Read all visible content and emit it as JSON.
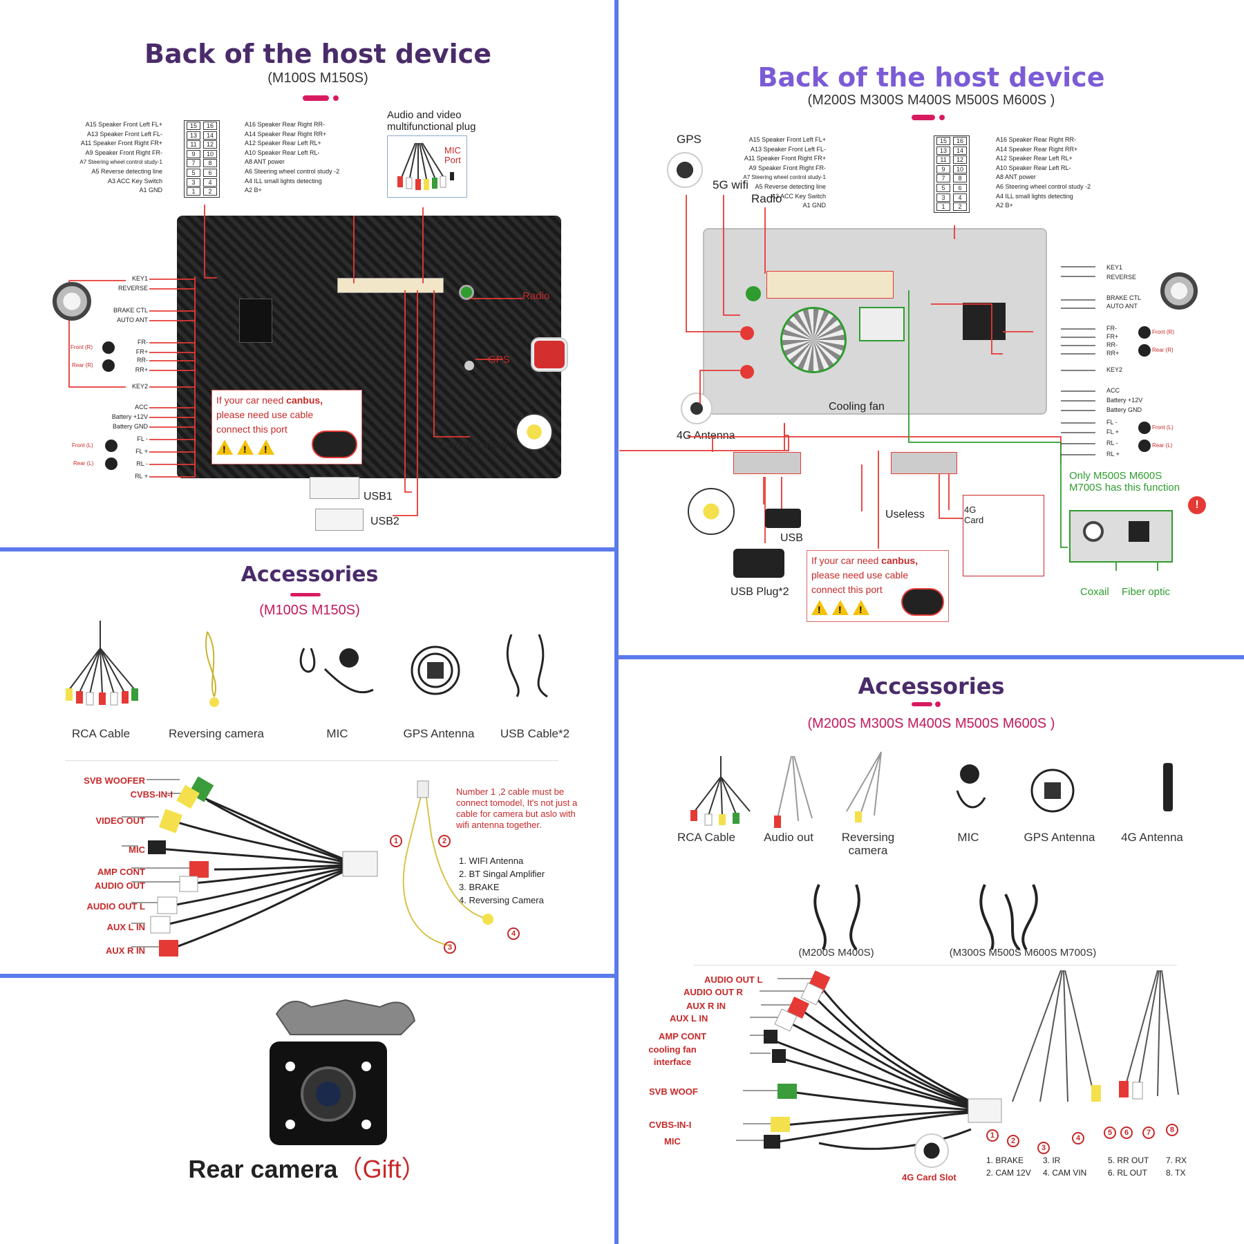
{
  "panel_tl": {
    "title": "Back of the host device",
    "subtitle": "(M100S  M150S)",
    "pins_left": [
      "A15  Speaker Front Left FL+",
      "A13  Speaker Front Left FL-",
      "A11  Speaker Front Right FR+",
      "A9   Speaker Front Right FR-",
      "A7   Steering wheel control study-1",
      "A5   Reverse detecting line",
      "A3 ACC Key Switch",
      "A1 GND"
    ],
    "pins_right": [
      "A16 Speaker Rear Right RR-",
      "A14 Speaker Rear Right RR+",
      "A12 Speaker Rear Left RL+",
      "A10 Speaker Rear Left RL-",
      "A8   ANT power",
      "A6   Steering wheel control study -2",
      "A4   ILL small lights detecting",
      "A2   B+"
    ],
    "pin_numbers": [
      [
        "15",
        "16"
      ],
      [
        "13",
        "14"
      ],
      [
        "11",
        "12"
      ],
      [
        "9",
        "10"
      ],
      [
        "7",
        "8"
      ],
      [
        "5",
        "6"
      ],
      [
        "3",
        "4"
      ],
      [
        "1",
        "2"
      ]
    ],
    "av_plug": "Audio and video multifunctional plug",
    "mic_port": "MIC Port",
    "left_labels": [
      "KEY1",
      "REVERSE",
      "BRAKE CTL",
      "AUTO ANT",
      "FR-",
      "FR+",
      "RR-",
      "RR+",
      "KEY2",
      "ACC",
      "Battery +12V",
      "Battery GND",
      "FL -",
      "FL +",
      "RL -",
      "RL +"
    ],
    "front_r": "Front (R)",
    "rear_r": "Rear (R)",
    "front_l": "Front (L)",
    "rear_l": "Rear (L)",
    "radio": "Radio",
    "gps": "GPS",
    "canbus_note_1": "If your car need ",
    "canbus_word": "canbus,",
    "canbus_note_2": "please need use cable",
    "canbus_note_3": "connect this port",
    "camera_input": "Camera input",
    "usb1": "USB1",
    "usb2": "USB2"
  },
  "panel_tr": {
    "title": "Back of the host device",
    "subtitle": "(M200S M300S M400S M500S M600S )",
    "gps": "GPS",
    "wifi": "5G wifi",
    "radio": "Radio",
    "antenna_4g": "4G Antenna",
    "cooling_fan": "Cooling fan",
    "right_labels": [
      "KEY1",
      "REVERSE",
      "BRAKE CTL",
      "AUTO ANT",
      "FR-",
      "FR+",
      "RR-",
      "RR+",
      "KEY2",
      "ACC",
      "Battery +12V",
      "Battery GND",
      "FL -",
      "FL +",
      "RL -",
      "RL +"
    ],
    "front_r": "Front (R)",
    "rear_r": "Rear (R)",
    "front_l": "Front (L)",
    "rear_l": "Rear (L)",
    "only_note": "Only M500S M600S M700S has this function",
    "usb": "USB",
    "usb_plug": "USB Plug*2",
    "useless": "Useless",
    "card_4g": "4G Card",
    "coaxil": "Coxail",
    "fiber": "Fiber optic",
    "canbus_note_1": "If your car need ",
    "canbus_word": "canbus,",
    "canbus_note_2": "please need use cable",
    "canbus_note_3": "connect this port"
  },
  "panel_ml": {
    "title": "Accessories",
    "subtitle": "(M100S M150S)",
    "items": [
      "RCA Cable",
      "Reversing  camera",
      "MIC",
      "GPS Antenna",
      "USB Cable*2"
    ],
    "harness_labels": [
      "SVB WOOFER",
      "CVBS-IN-I",
      "VIDEO OUT",
      "MIC",
      "AMP CONT",
      "AUDIO OUT",
      "AUDIO OUT L",
      "AUX L IN",
      "AUX R IN"
    ],
    "note": "Number 1 ,2 cable must be connect tomodel, It's not just a cable for camera but aslo with wifi antenna together.",
    "list": [
      "1. WIFI Antenna",
      "2. BT Singal Amplifier",
      "3. BRAKE",
      "4. Reversing Camera"
    ],
    "nums": [
      "1",
      "2",
      "3",
      "4"
    ]
  },
  "panel_bl": {
    "title": "Rear camera",
    "gift": "（Gift）"
  },
  "panel_br": {
    "title": "Accessories",
    "subtitle": "(M200S M300S M400S M500S M600S )",
    "items": [
      "RCA Cable",
      "Audio out",
      "Reversing camera",
      "MIC",
      "GPS Antenna",
      "4G Antenna"
    ],
    "usb_a": "(M200S M400S)",
    "usb_b": "(M300S M500S M600S M700S)",
    "harness_labels": [
      "AUDIO OUT L",
      "AUDIO OUT R",
      "AUX R IN",
      "AUX L IN",
      "AMP CONT",
      "cooling fan interface",
      "SVB WOOF",
      "CVBS-IN-I",
      "MIC"
    ],
    "card_slot": "4G Card Slot",
    "nums": [
      "1",
      "2",
      "3",
      "4",
      "5",
      "6",
      "7",
      "8"
    ],
    "legend": [
      "1. BRAKE",
      "2. CAM 12V",
      "3. IR",
      "4. CAM VIN",
      "5. RR OUT",
      "6. RL OUT",
      "7. RX",
      "8. TX"
    ]
  },
  "colors": {
    "divider": "#5b7bec",
    "title": "#4a2b6a",
    "title_tr": "#7b5bd6",
    "accent": "#d81b60",
    "wire": "#e53935",
    "green": "#2e9c2e"
  }
}
